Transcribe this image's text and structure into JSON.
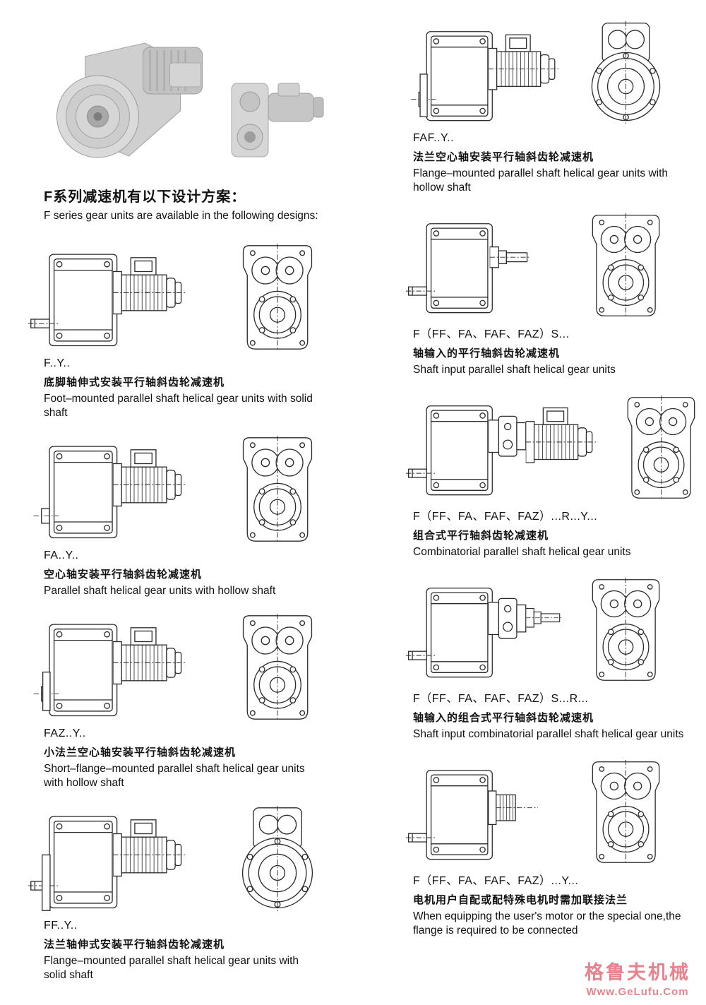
{
  "header": {
    "title_zh": "F系列减速机有以下设计方案：",
    "title_en": "F series gear units are available in the following designs:"
  },
  "left_sections": [
    {
      "code": "F..Y..",
      "desc_zh": "底脚轴伸式安装平行轴斜齿轮减速机",
      "desc_en": "Foot–mounted parallel shaft helical gear units with solid shaft"
    },
    {
      "code": "FA..Y..",
      "desc_zh": "空心轴安装平行轴斜齿轮减速机",
      "desc_en": "Parallel shaft helical gear units with hollow shaft"
    },
    {
      "code": "FAZ..Y..",
      "desc_zh": "小法兰空心轴安装平行轴斜齿轮减速机",
      "desc_en": "Short–flange–mounted parallel shaft helical gear units with hollow shaft"
    },
    {
      "code": "FF..Y..",
      "desc_zh": "法兰轴伸式安装平行轴斜齿轮减速机",
      "desc_en": "Flange–mounted parallel shaft helical gear units with solid shaft"
    }
  ],
  "right_sections": [
    {
      "code": "FAF..Y..",
      "desc_zh": "法兰空心轴安装平行轴斜齿轮减速机",
      "desc_en": "Flange–mounted parallel shaft helical gear units with hollow shaft"
    },
    {
      "code": "F（FF、FA、FAF、FAZ）S...",
      "desc_zh": "轴输入的平行轴斜齿轮减速机",
      "desc_en": "Shaft input parallel shaft helical gear units"
    },
    {
      "code": "F（FF、FA、FAF、FAZ）...R...Y...",
      "desc_zh": "组合式平行轴斜齿轮减速机",
      "desc_en": "Combinatorial parallel shaft helical gear units"
    },
    {
      "code": "F（FF、FA、FAF、FAZ）S...R...",
      "desc_zh": "轴输入的组合式平行轴斜齿轮减速机",
      "desc_en": "Shaft input combinatorial parallel shaft helical gear units"
    },
    {
      "code": "F（FF、FA、FAF、FAZ）...Y...",
      "desc_zh": "电机用户自配或配特殊电机时需加联接法兰",
      "desc_en": "When equipping the user's motor or the special one,the flange is required to be connected"
    }
  ],
  "watermark": {
    "brand_zh": "格鲁夫机械",
    "url": "Www.GeLufu.Com",
    "color": "#e8828d"
  }
}
